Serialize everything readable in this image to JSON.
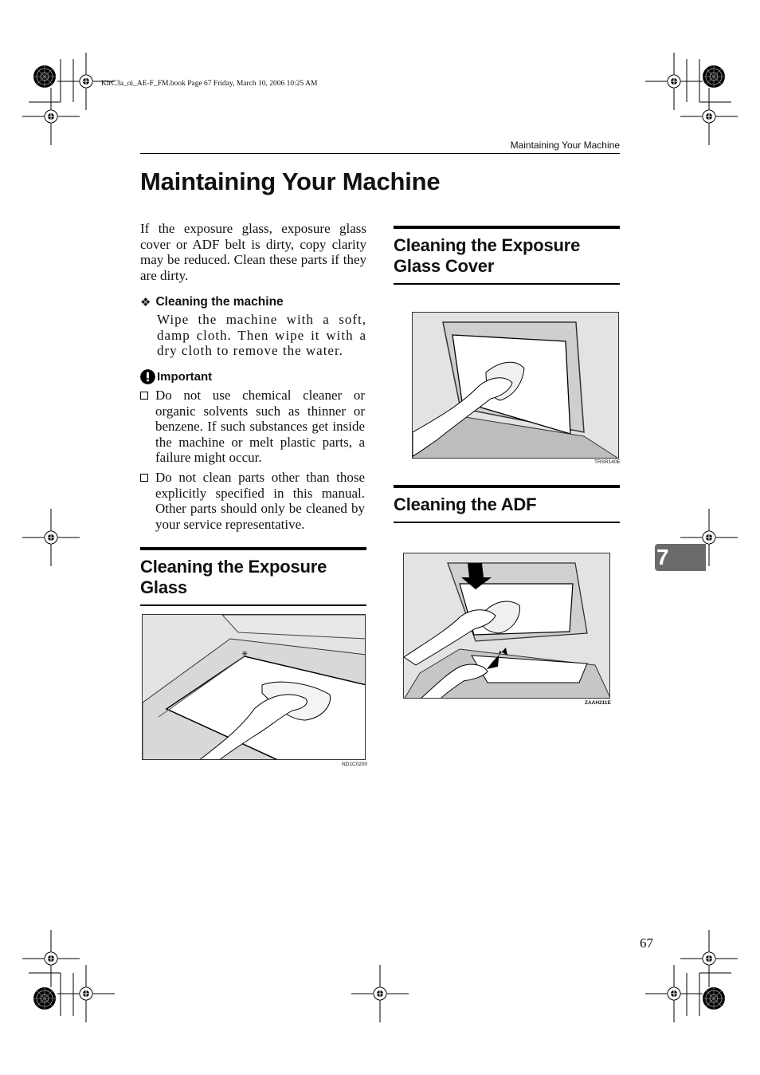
{
  "header": {
    "file_info": "KirC3a_oi_AE-F_FM.book  Page 67  Friday, March 10, 2006  10:25 AM",
    "running_head": "Maintaining Your Machine"
  },
  "title": "Maintaining Your Machine",
  "intro": "If the exposure glass, exposure glass cover or ADF belt is dirty, copy clarity may be reduced. Clean these parts if they are dirty.",
  "cleaning_machine": {
    "heading": "Cleaning the machine",
    "text": "Wipe the machine with a soft, damp cloth. Then wipe it with a dry cloth to remove the water."
  },
  "important": {
    "label": "Important",
    "items": [
      "Do not use chemical cleaner or organic solvents such as thinner or benzene. If such substances get inside the machine or melt plastic parts, a failure might occur.",
      "Do not clean parts other than those explicitly specified in this manual. Other parts should only be cleaned by your service representative."
    ]
  },
  "sections": {
    "exposure_glass": {
      "heading": "Cleaning the Exposure Glass",
      "figure_code": "ND1C0200"
    },
    "glass_cover": {
      "heading": "Cleaning the Exposure Glass Cover",
      "figure_code": "TRSR140E"
    },
    "adf": {
      "heading": "Cleaning the ADF",
      "figure_code": "ZAAH211E"
    }
  },
  "chapter_tab": "7",
  "page_number": "67"
}
